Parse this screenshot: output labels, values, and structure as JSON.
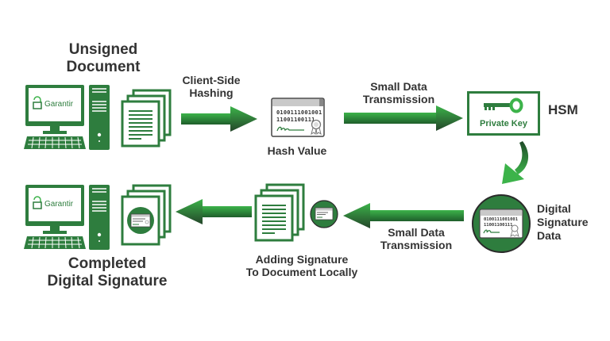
{
  "colors": {
    "primary_green": "#2e7d3e",
    "bright_green": "#3cb34a",
    "text_dark": "#333333",
    "grey": "#bdbdbd"
  },
  "nodes": {
    "unsigned_document": {
      "title_line1": "Unsigned",
      "title_line2": "Document",
      "brand": "Garantir"
    },
    "client_hashing": {
      "line1": "Client-Side",
      "line2": "Hashing"
    },
    "hash_value": {
      "label": "Hash Value",
      "binary_line1": "0100111001001",
      "binary_line2": "11001100111"
    },
    "transmission_to_hsm": {
      "line1": "Small Data",
      "line2": "Transmission"
    },
    "hsm": {
      "label": "HSM",
      "key_label": "Private Key"
    },
    "digital_signature_data": {
      "line1": "Digital",
      "line2": "Signature",
      "line3": "Data",
      "binary_line1": "0100111001001",
      "binary_line2": "11001100111"
    },
    "transmission_back": {
      "line1": "Small Data",
      "line2": "Transmission"
    },
    "adding_signature": {
      "line1": "Adding Signature",
      "line2": "To Document Locally"
    },
    "completed": {
      "line1": "Completed",
      "line2": "Digital Signature",
      "brand": "Garantir"
    }
  },
  "icons": {
    "computer": "desktop-computer-icon",
    "documents": "document-stack-icon",
    "certificate": "certificate-icon",
    "key": "key-icon",
    "arrow": "arrow-icon"
  }
}
